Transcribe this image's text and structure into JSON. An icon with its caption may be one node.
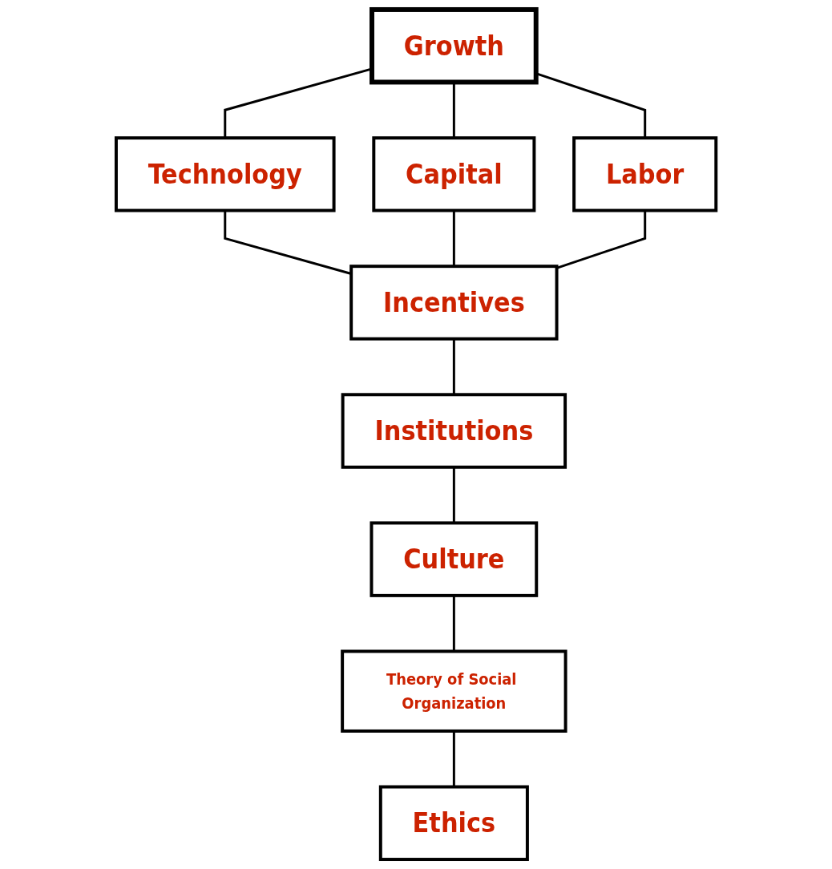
{
  "diagram": {
    "nodes": [
      {
        "text": [
          "Growth"
        ]
      },
      {
        "text": [
          "Technology"
        ]
      },
      {
        "text": [
          "Capital"
        ]
      },
      {
        "text": [
          "Labor"
        ]
      },
      {
        "text": [
          "Incentives"
        ]
      },
      {
        "text": [
          "Institutions"
        ]
      },
      {
        "text": [
          "Culture"
        ]
      },
      {
        "text": [
          "Theory of Social Organization"
        ]
      },
      {
        "text": [
          "Ethics"
        ]
      }
    ],
    "edges": [
      {
        "from": 0,
        "to": 1,
        "arrow": "none"
      },
      {
        "from": 0,
        "to": 2,
        "arrow": "none"
      },
      {
        "from": 0,
        "to": 3,
        "arrow": "none"
      },
      {
        "from": 1,
        "to": 4,
        "arrow": "none"
      },
      {
        "from": 2,
        "to": 4,
        "arrow": "none"
      },
      {
        "from": 3,
        "to": 4,
        "arrow": "none"
      },
      {
        "from": 4,
        "to": 5,
        "arrow": "none"
      },
      {
        "from": 5,
        "to": 6,
        "arrow": "none"
      },
      {
        "from": 6,
        "to": 7,
        "arrow": "none"
      },
      {
        "from": 7,
        "to": 8,
        "arrow": "none"
      }
    ]
  }
}
